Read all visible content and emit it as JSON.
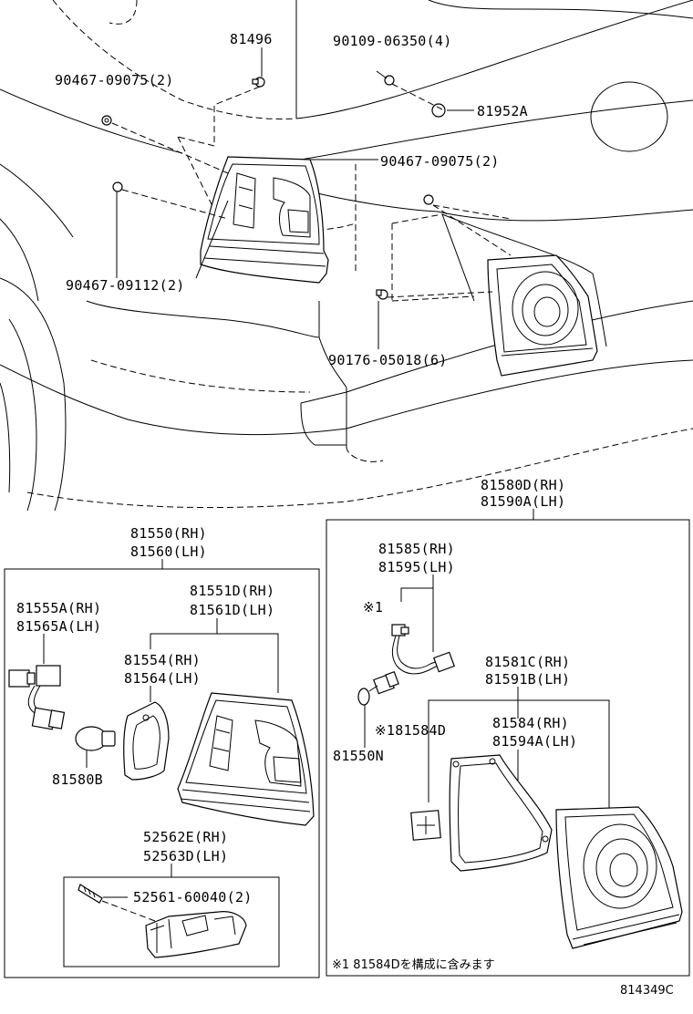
{
  "labels": {
    "p81496": "81496",
    "p90109": "90109-06350(4)",
    "p90467a": "90467-09075(2)",
    "p81952a": "81952A",
    "p90467b": "90467-09075(2)",
    "p90467c": "90467-09112(2)",
    "p90176": "90176-05018(6)",
    "p81580d": "81580D(RH)",
    "p81590a": "81590A(LH)",
    "p81550": "81550(RH)",
    "p81560": "81560(LH)",
    "p81551d": "81551D(RH)",
    "p81561d": "81561D(LH)",
    "p81555a": "81555A(RH)",
    "p81565a": "81565A(LH)",
    "p81554": "81554(RH)",
    "p81564": "81564(LH)",
    "p81580b": "81580B",
    "p52562e": "52562E(RH)",
    "p52563d": "52563D(LH)",
    "p52561": "52561-60040(2)",
    "p81585": "81585(RH)",
    "p81595": "81595(LH)",
    "note1": "※1",
    "p81550n": "81550N",
    "p81581c": "81581C(RH)",
    "p81591b": "81591B(LH)",
    "p81584d": "※181584D",
    "p81584": "81584(RH)",
    "p81594a": "81594A(LH)",
    "footnote": "※1 81584Dを構成に含みます",
    "figure_id": "814349C"
  }
}
